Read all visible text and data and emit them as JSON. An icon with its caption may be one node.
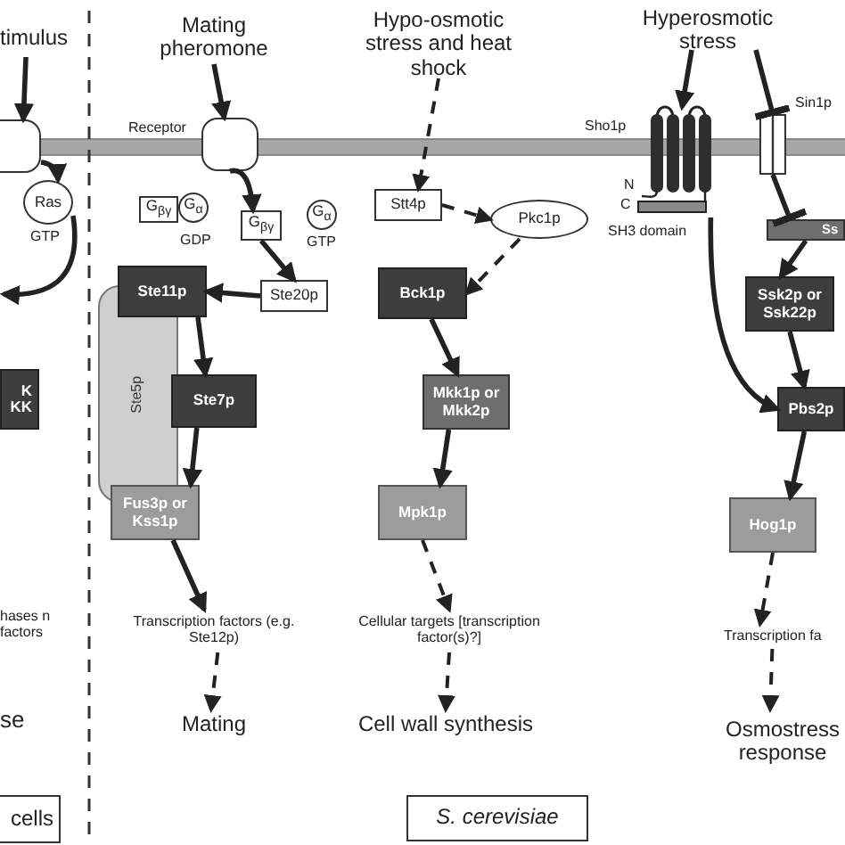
{
  "diagram": {
    "nodes": [
      {
        "text": [
          "timulus"
        ]
      },
      {
        "text": [],
        "shape": "box"
      },
      {
        "text": [
          "Ras"
        ],
        "beside": [
          "GTP"
        ]
      },
      {
        "text": [
          "K KK"
        ]
      },
      {
        "text": [
          "cells"
        ]
      },
      {
        "text": [
          "Mating pheromone"
        ]
      },
      {
        "text": [],
        "shape": "box",
        "beside": [
          "Receptor"
        ]
      },
      {
        "text": [
          "G$_{βγ}$"
        ]
      },
      {
        "text": [
          "G$_{α}$"
        ],
        "beside": [
          "GDP"
        ]
      },
      {
        "text": [
          "G$_{βγ}$"
        ]
      },
      {
        "text": [
          "G$_{α}$"
        ],
        "beside": [
          "GTP"
        ]
      },
      {
        "text": [
          "Ste5p"
        ]
      },
      {
        "text": [
          "Ste11p"
        ]
      },
      {
        "text": [
          "Ste20p"
        ]
      },
      {
        "text": [
          "Ste7p"
        ]
      },
      {
        "text": [
          "Fus3p or Kss1p"
        ]
      },
      {
        "text": [
          "Transcription factors (e.g. Ste12p)"
        ]
      },
      {
        "text": [
          "Mating"
        ]
      },
      {
        "text": [
          "Hypo-osmotic stress and heat shock"
        ]
      },
      {
        "text": [
          "Stt4p"
        ]
      },
      {
        "text": [
          "Pkc1p"
        ]
      },
      {
        "text": [
          "Bck1p"
        ]
      },
      {
        "text": [
          "Mkk1p or Mkk2p"
        ]
      },
      {
        "text": [
          "Mpk1p"
        ]
      },
      {
        "text": [
          "Cellular targets [transcription factor(s)?]"
        ]
      },
      {
        "text": [
          "Cell wall synthesis"
        ]
      },
      {
        "text": [
          "S. cerevisiae"
        ]
      },
      {
        "text": [
          "Hyperosmotic stress"
        ]
      },
      {
        "text": [],
        "shape": "picture",
        "beside": [
          "Sho1p",
          "N",
          "C",
          "SH3 domain"
        ]
      },
      {
        "text": [],
        "shape": "box",
        "beside": [
          "Sin1p"
        ]
      },
      {
        "text": [
          "Ss"
        ]
      },
      {
        "text": [
          "Ssk2p or Ssk22p"
        ]
      },
      {
        "text": [
          "Pbs2p"
        ]
      },
      {
        "text": [
          "Hog1p"
        ]
      },
      {
        "text": [
          "Transcription fa"
        ]
      },
      {
        "text": [
          "Osmostress response"
        ]
      }
    ],
    "edges": [
      {
        "from": 0,
        "to": 1,
        "arrow": "to"
      },
      {
        "from": 1,
        "to": 2,
        "arrow": "to"
      },
      {
        "from": 2,
        "to": null,
        "arrow": "to"
      },
      {
        "from": 5,
        "to": 6,
        "arrow": "to"
      },
      {
        "from": 6,
        "to": 9,
        "arrow": "to"
      },
      {
        "from": 9,
        "to": 13,
        "arrow": "to"
      },
      {
        "from": 13,
        "to": 12,
        "arrow": "to"
      },
      {
        "from": 12,
        "to": 14,
        "arrow": "to"
      },
      {
        "from": 14,
        "to": 15,
        "arrow": "to"
      },
      {
        "from": 15,
        "to": 16,
        "arrow": "to"
      },
      {
        "from": 16,
        "to": 17,
        "arrow": "to",
        "style": "dashed"
      },
      {
        "from": 18,
        "to": 19,
        "arrow": "to",
        "style": "dashed"
      },
      {
        "from": 19,
        "to": 20,
        "arrow": "to",
        "style": "dashed"
      },
      {
        "from": 20,
        "to": 21,
        "arrow": "to",
        "style": "dashed"
      },
      {
        "from": 21,
        "to": 22,
        "arrow": "to"
      },
      {
        "from": 22,
        "to": 23,
        "arrow": "to"
      },
      {
        "from": 23,
        "to": 24,
        "arrow": "to",
        "style": "dashed"
      },
      {
        "from": 24,
        "to": 25,
        "arrow": "to",
        "style": "dashed"
      },
      {
        "from": 27,
        "to": 28,
        "arrow": "to"
      },
      {
        "from": 27,
        "to": 29,
        "arrow": "other"
      },
      {
        "from": 29,
        "to": 30,
        "arrow": "other"
      },
      {
        "from": 30,
        "to": 31,
        "arrow": "to"
      },
      {
        "from": 31,
        "to": 32,
        "arrow": "to"
      },
      {
        "from": 28,
        "to": 32,
        "arrow": "to"
      },
      {
        "from": 32,
        "to": 33,
        "arrow": "to"
      },
      {
        "from": 33,
        "to": 34,
        "arrow": "to",
        "style": "dashed"
      },
      {
        "from": 34,
        "to": 35,
        "arrow": "to",
        "style": "dashed"
      }
    ],
    "labels": [
      "hases n factors",
      "se"
    ]
  }
}
